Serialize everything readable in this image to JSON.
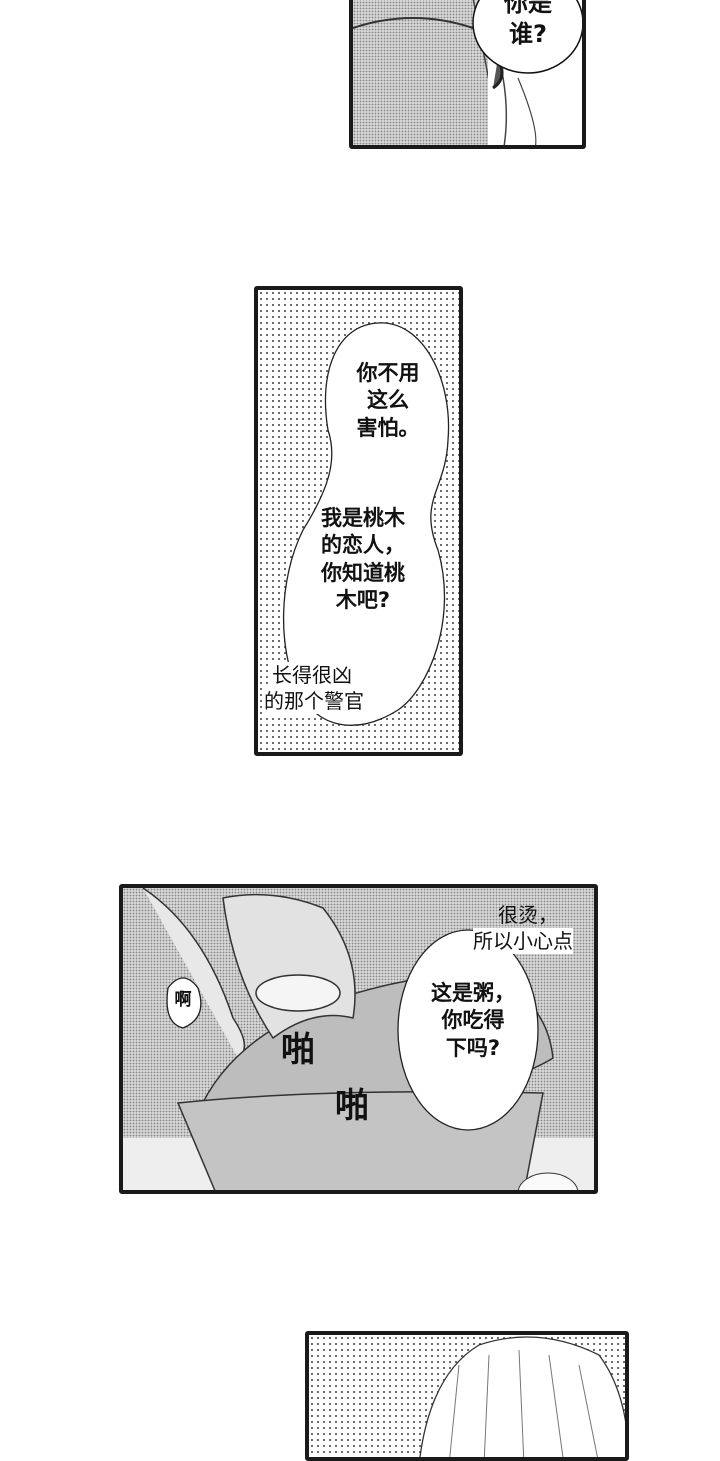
{
  "panel1": {
    "bubble_lines": [
      "你是",
      "谁?"
    ]
  },
  "panel2": {
    "bubble_top_lines": [
      "你不用",
      "这么",
      "害怕。"
    ],
    "bubble_bottom_lines": [
      "我是桃木",
      "的恋人，",
      "你知道桃",
      "木吧?"
    ],
    "aside_lines": [
      "长得很凶",
      "的那个警官"
    ]
  },
  "panel3": {
    "exclaim": "啊",
    "sfx1": "啪",
    "sfx2": "啪",
    "aside_lines": [
      "很烫，",
      "所以小心点"
    ],
    "bubble_lines": [
      "这是粥，",
      "你吃得",
      "下吗?"
    ]
  },
  "colors": {
    "ink": "#1a1a1a",
    "paper": "#ffffff",
    "tone": "#d6d6d6"
  }
}
